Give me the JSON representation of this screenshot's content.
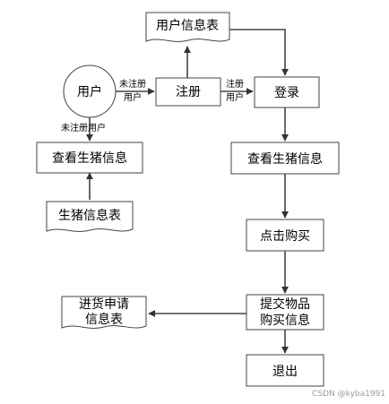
{
  "diagram": {
    "nodes": {
      "user_info_table": "用户信息表",
      "user": "用户",
      "register": "注册",
      "login": "登录",
      "view_pig_left": "查看生猪信息",
      "view_pig_right": "查看生猪信息",
      "pig_info_table": "生猪信息表",
      "click_buy": "点击购买",
      "submit_line1": "提交物品",
      "submit_line2": "购买信息",
      "purchase_request_line1": "进货申请",
      "purchase_request_line2": "信息表",
      "logout": "退出"
    },
    "edges": {
      "user_to_register_line1": "未注册",
      "user_to_register_line2": "用户",
      "register_to_login_line1": "注册",
      "register_to_login_line2": "用户",
      "user_to_view_label": "未注册用户"
    }
  },
  "watermark": "CSDN @kyba1991"
}
